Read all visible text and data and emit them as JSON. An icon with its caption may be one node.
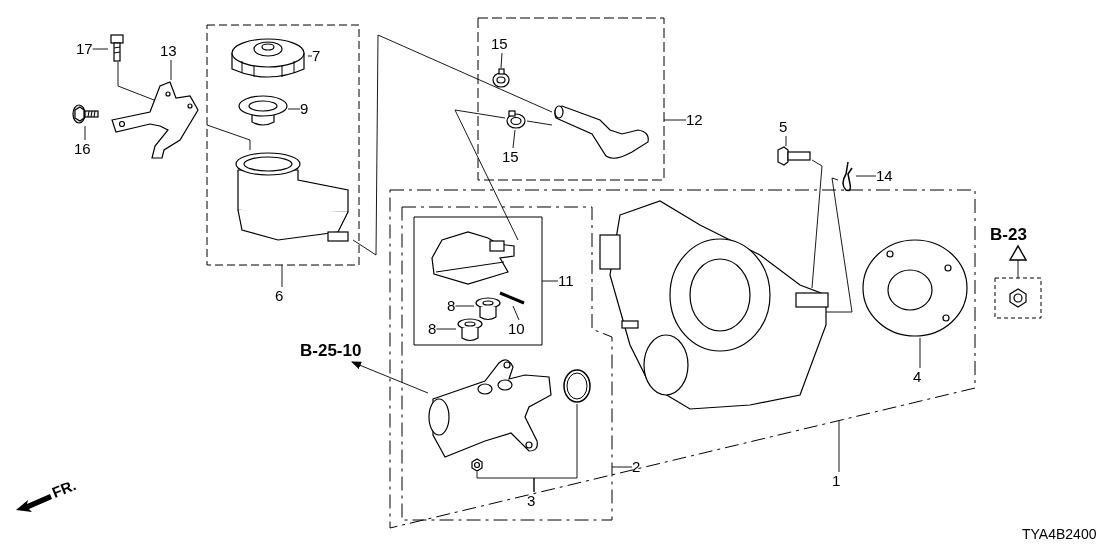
{
  "diagram": {
    "nodes": [
      {
        "text": [
          "17"
        ]
      },
      {
        "text": [],
        "shape": "picture"
      },
      {
        "text": [
          "13"
        ]
      },
      {
        "text": [],
        "shape": "picture"
      },
      {
        "text": [
          "16"
        ]
      },
      {
        "text": [],
        "shape": "picture"
      },
      {
        "text": [],
        "shape": "box"
      },
      {
        "text": [],
        "shape": "picture",
        "in": 6
      },
      {
        "text": [
          "7"
        ],
        "in": 6
      },
      {
        "text": [],
        "shape": "picture",
        "in": 6
      },
      {
        "text": [
          "9"
        ],
        "in": 6
      },
      {
        "text": [],
        "shape": "picture",
        "in": 6
      },
      {
        "text": [
          "6"
        ]
      },
      {
        "text": [],
        "shape": "box"
      },
      {
        "text": [],
        "shape": "picture",
        "in": 13
      },
      {
        "text": [
          "15"
        ],
        "in": 13
      },
      {
        "text": [],
        "shape": "picture",
        "in": 13
      },
      {
        "text": [
          "15"
        ],
        "in": 13
      },
      {
        "text": [],
        "shape": "picture",
        "in": 13
      },
      {
        "text": [
          "12"
        ]
      },
      {
        "text": [
          "5"
        ]
      },
      {
        "text": [],
        "shape": "picture"
      },
      {
        "text": [
          "14"
        ]
      },
      {
        "text": [],
        "shape": "picture"
      },
      {
        "text": [],
        "shape": "box"
      },
      {
        "text": [],
        "shape": "box",
        "in": 24
      },
      {
        "text": [],
        "shape": "box",
        "in": 25
      },
      {
        "text": [],
        "shape": "picture",
        "in": 26
      },
      {
        "text": [],
        "shape": "picture",
        "in": 26
      },
      {
        "text": [
          "8"
        ],
        "in": 26
      },
      {
        "text": [],
        "shape": "picture",
        "in": 26
      },
      {
        "text": [
          "8"
        ],
        "in": 26
      },
      {
        "text": [],
        "shape": "picture",
        "in": 26
      },
      {
        "text": [
          "10"
        ],
        "in": 26
      },
      {
        "text": [
          "11"
        ],
        "in": 25
      },
      {
        "text": [],
        "shape": "picture",
        "in": 25
      },
      {
        "text": [],
        "shape": "picture",
        "in": 25
      },
      {
        "text": [],
        "shape": "picture",
        "in": 25
      },
      {
        "text": [
          "3"
        ],
        "in": 25
      },
      {
        "text": [
          "2"
        ],
        "in": 24
      },
      {
        "text": [],
        "shape": "picture",
        "in": 24
      },
      {
        "text": [],
        "shape": "picture",
        "in": 24
      },
      {
        "text": [
          "4"
        ],
        "in": 24
      },
      {
        "text": [
          "1"
        ]
      },
      {
        "text": [
          "B-25-10"
        ]
      },
      {
        "text": [
          "B-23"
        ]
      },
      {
        "text": [],
        "shape": "box"
      },
      {
        "text": [],
        "shape": "picture",
        "in": 46
      }
    ],
    "edges": [
      {
        "from": 0,
        "to": 1,
        "arrow": "none"
      },
      {
        "from": 1,
        "to": 3,
        "arrow": "none"
      },
      {
        "from": 2,
        "to": 3,
        "arrow": "none"
      },
      {
        "from": 4,
        "to": 5,
        "arrow": "none"
      },
      {
        "from": null,
        "to": 11,
        "arrow": "none"
      },
      {
        "from": 8,
        "to": 7,
        "arrow": "none"
      },
      {
        "from": 10,
        "to": 9,
        "arrow": "none"
      },
      {
        "from": 12,
        "to": 6,
        "arrow": "none"
      },
      {
        "from": 11,
        "to": 18,
        "arrow": "none"
      },
      {
        "from": 15,
        "to": 14,
        "arrow": "none"
      },
      {
        "from": 17,
        "to": 16,
        "arrow": "none"
      },
      {
        "from": 16,
        "to": 18,
        "arrow": "none"
      },
      {
        "from": 16,
        "to": 27,
        "arrow": "none"
      },
      {
        "from": 19,
        "to": 13,
        "arrow": "none"
      },
      {
        "from": 20,
        "to": 21,
        "arrow": "none"
      },
      {
        "from": 22,
        "to": 23,
        "arrow": "none"
      },
      {
        "from": 21,
        "to": 40,
        "arrow": "none"
      },
      {
        "from": 23,
        "to": 40,
        "arrow": "none"
      },
      {
        "from": 34,
        "to": 26,
        "arrow": "none"
      },
      {
        "from": 29,
        "to": 28,
        "arrow": "none"
      },
      {
        "from": 31,
        "to": 30,
        "arrow": "none"
      },
      {
        "from": 33,
        "to": 32,
        "arrow": "none"
      },
      {
        "from": 35,
        "to": 44,
        "arrow": "to"
      },
      {
        "from": 38,
        "to": 36,
        "arrow": "none"
      },
      {
        "from": 38,
        "to": 37,
        "arrow": "none"
      },
      {
        "from": 39,
        "to": 25,
        "arrow": "none"
      },
      {
        "from": 42,
        "to": 41,
        "arrow": "none"
      },
      {
        "from": 43,
        "to": 24,
        "arrow": "none"
      },
      {
        "from": 46,
        "to": 45,
        "arrow": "to"
      }
    ],
    "labels": [
      "FR.",
      "TYA4B2400"
    ]
  }
}
